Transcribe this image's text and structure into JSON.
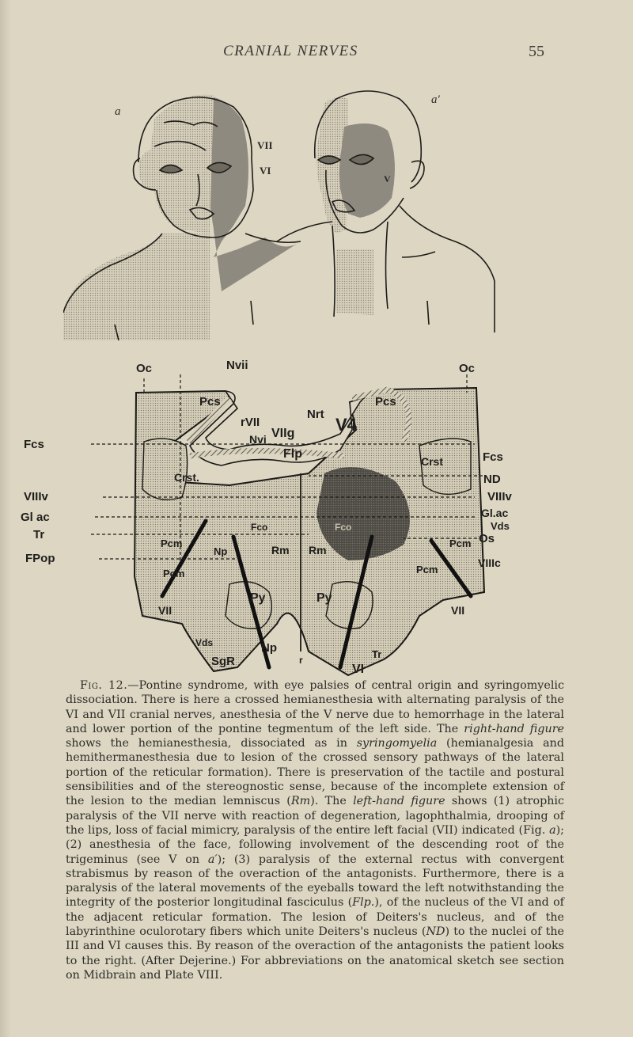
{
  "running_head": {
    "title": "CRANIAL NERVES",
    "page_number": "55"
  },
  "figure": {
    "faces": {
      "left_label": "a",
      "right_label": "a′",
      "left_annotations": [
        "VII",
        "VI"
      ],
      "right_annotations": [
        "V"
      ]
    },
    "section": {
      "top_labels": {
        "oc_left": "Oc",
        "nvii": "Nvii",
        "oc_right": "Oc",
        "pcs_left": "Pcs",
        "pcs_right": "Pcs",
        "rvii": "rVII",
        "nvi": "Nvi",
        "viig": "VIIg",
        "flp": "Flp",
        "nrt": "Nrt",
        "v4": "V4"
      },
      "left_labels": [
        "Fcs",
        "VIIIv",
        "Gl ac",
        "Tr",
        "FPop"
      ],
      "right_labels": [
        "Fcs",
        "ND",
        "VIIIv",
        "Gl.ac",
        "Vds",
        "Os",
        "VIIIc"
      ],
      "inner_labels": {
        "crst_left": "Crst.",
        "crst_right": "Crst",
        "fco_left": "Fco",
        "fco_right": "Fco",
        "rm_left": "Rm",
        "rm_right": "Rm",
        "np_inner": "Np",
        "pcm_left_upper": "Pcm",
        "pcm_left_lower": "Pcm",
        "pcm_right_upper": "Pcm",
        "pcm_right_lower": "Pcm",
        "py_left": "Py",
        "py_right": "Py"
      },
      "bottom_labels": {
        "vii_left": "VII",
        "vii_right": "VII",
        "vds": "Vds",
        "sgr": "SgR",
        "np": "Np",
        "r": "r",
        "vi": "VI",
        "tr": "Tr"
      }
    }
  },
  "caption": {
    "fig_number": "Fig. 12.",
    "part1": "—Pontine syndrome, with eye palsies of central origin and syringomyelic dissociation. There is here a crossed hemianesthesia with alternating paralysis of the VI and VII cranial nerves, anesthesia of the V nerve due to hemorrhage in the lateral and lower portion of the pontine tegmentum of the left side. The ",
    "em1": "right-hand figure",
    "part2": " shows the hemianesthesia, dissociated as in ",
    "em2": "syringomyelia",
    "part3": " (hemianalgesia and hemithermanesthesia due to lesion of the crossed sensory pathways of the lateral portion of the reticular formation). There is preservation of the tactile and postural sensibilities and of the stereognostic sense, because of the incomplete extension of the lesion to the median lemniscus (",
    "em3": "Rm",
    "part4": "). The ",
    "em4": "left-hand figure",
    "part5": " shows (1) atrophic paralysis of the VII nerve with reaction of degeneration, lagophthalmia, drooping of the lips, loss of facial mimicry, paralysis of the entire left facial (VII) indicated (Fig. ",
    "em5": "a",
    "part6": "); (2) anesthesia of the face, following involvement of the descending root of the trigeminus (see V on ",
    "em6": "a′",
    "part7": "); (3) paralysis of the external rectus with convergent strabismus by reason of the overaction of the antagonists. Furthermore, there is a paralysis of the lateral movements of the eyeballs toward the left notwithstanding the integrity of the posterior longitudinal fasciculus (",
    "em7": "Flp.",
    "part8": "), of the nucleus of the VI and of the adjacent reticular formation. The lesion of Deiters's nucleus, and of the labyrinthine oculorotary fibers which unite Deiters's nucleus (",
    "em8": "ND",
    "part9": ") to the nuclei of the III and VI causes this. By reason of the overaction of the antagonists the patient looks to the right. (After Dejerine.) For abbreviations on the anatomical sketch see section on Midbrain and Plate VIII."
  }
}
